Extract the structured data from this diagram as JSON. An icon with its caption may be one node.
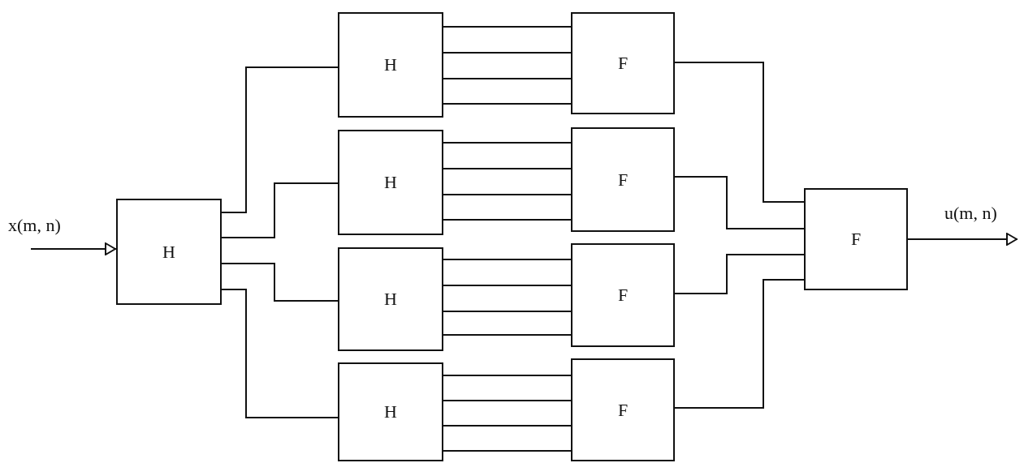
{
  "diagram": {
    "nodes": [
      {
        "text": [
          "H"
        ]
      },
      {
        "text": [
          "H"
        ]
      },
      {
        "text": [
          "H"
        ]
      },
      {
        "text": [
          "H"
        ]
      },
      {
        "text": [
          "H"
        ]
      },
      {
        "text": [
          "F"
        ]
      },
      {
        "text": [
          "F"
        ]
      },
      {
        "text": [
          "F"
        ]
      },
      {
        "text": [
          "F"
        ]
      },
      {
        "text": [
          "F"
        ]
      }
    ],
    "edges": [
      {
        "from": null,
        "to": 0,
        "arrow": "to",
        "label": "x(m, n)"
      },
      {
        "from": 0,
        "to": 1,
        "arrow": "none"
      },
      {
        "from": 0,
        "to": 2,
        "arrow": "none"
      },
      {
        "from": 0,
        "to": 3,
        "arrow": "none"
      },
      {
        "from": 0,
        "to": 4,
        "arrow": "none"
      },
      {
        "from": 1,
        "to": 5,
        "arrow": "none"
      },
      {
        "from": 1,
        "to": 5,
        "arrow": "none"
      },
      {
        "from": 1,
        "to": 5,
        "arrow": "none"
      },
      {
        "from": 1,
        "to": 5,
        "arrow": "none"
      },
      {
        "from": 2,
        "to": 6,
        "arrow": "none"
      },
      {
        "from": 2,
        "to": 6,
        "arrow": "none"
      },
      {
        "from": 2,
        "to": 6,
        "arrow": "none"
      },
      {
        "from": 2,
        "to": 6,
        "arrow": "none"
      },
      {
        "from": 3,
        "to": 7,
        "arrow": "none"
      },
      {
        "from": 3,
        "to": 7,
        "arrow": "none"
      },
      {
        "from": 3,
        "to": 7,
        "arrow": "none"
      },
      {
        "from": 3,
        "to": 7,
        "arrow": "none"
      },
      {
        "from": 4,
        "to": 8,
        "arrow": "none"
      },
      {
        "from": 4,
        "to": 8,
        "arrow": "none"
      },
      {
        "from": 4,
        "to": 8,
        "arrow": "none"
      },
      {
        "from": 4,
        "to": 8,
        "arrow": "none"
      },
      {
        "from": 5,
        "to": 9,
        "arrow": "none"
      },
      {
        "from": 6,
        "to": 9,
        "arrow": "none"
      },
      {
        "from": 7,
        "to": 9,
        "arrow": "none"
      },
      {
        "from": 8,
        "to": 9,
        "arrow": "none"
      },
      {
        "from": 9,
        "to": null,
        "arrow": "to",
        "label": "u(m, n)"
      }
    ]
  }
}
